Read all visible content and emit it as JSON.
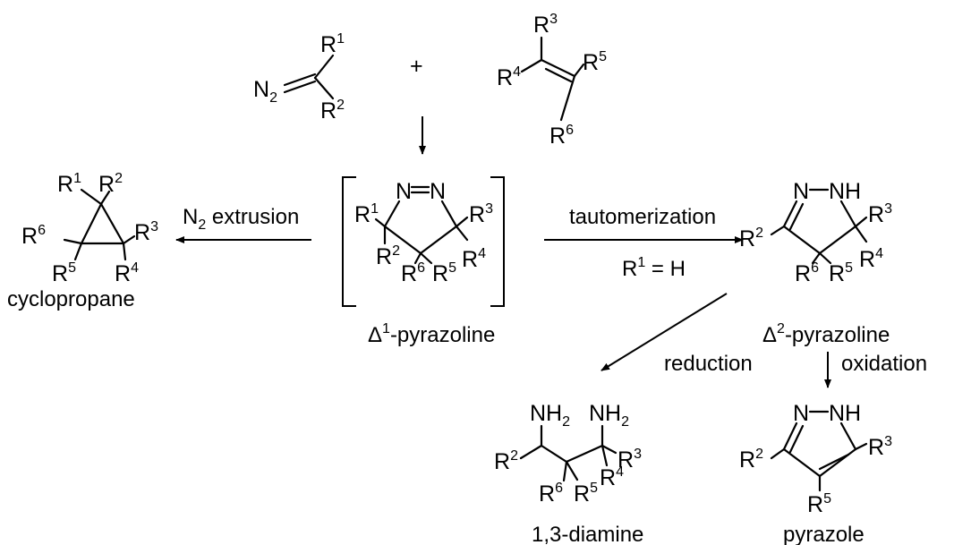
{
  "reactants": {
    "diazo": {
      "n2": "N",
      "n2_sub": "2",
      "r1": "R",
      "r1_sup": "1",
      "r2": "R",
      "r2_sup": "2"
    },
    "plus": "+",
    "alkene": {
      "r3": "R",
      "r3_sup": "3",
      "r4": "R",
      "r4_sup": "4",
      "r5": "R",
      "r5_sup": "5",
      "r6": "R",
      "r6_sup": "6"
    }
  },
  "arrows": {
    "extrusion": {
      "label": "N",
      "label_sub": "2",
      "label_rest": " extrusion"
    },
    "tautomerization": {
      "label": "tautomerization",
      "condition": "R",
      "condition_sup": "1",
      "condition_rest": " = H"
    },
    "reduction": {
      "label": "reduction"
    },
    "oxidation": {
      "label": "oxidation"
    }
  },
  "products": {
    "cyclopropane": {
      "name": "cyclopropane",
      "r1": "R1",
      "r2": "R2",
      "r3": "R3",
      "r4": "R4",
      "r5": "R5",
      "r6": "R6"
    },
    "pyrazoline1": {
      "delta": "Δ",
      "sup": "1",
      "name": "-pyrazoline",
      "nn": "N=N",
      "r1": "R1",
      "r2": "R2",
      "r3": "R3",
      "r4": "R4",
      "r5": "R5",
      "r6": "R6"
    },
    "pyrazoline2": {
      "delta": "Δ",
      "sup": "2",
      "name": "-pyrazoline",
      "nnh": "N–NH",
      "r2": "R2",
      "r3": "R3",
      "r4": "R4",
      "r5": "R5",
      "r6": "R6"
    },
    "diamine": {
      "name": "1,3-diamine",
      "nh2_left": "NH2",
      "nh2_right": "NH2",
      "r2": "R2",
      "r3": "R3",
      "r4": "R4",
      "r5": "R5",
      "r6": "R6"
    },
    "pyrazole": {
      "name": "pyrazole",
      "nnh": "N–NH",
      "r2": "R2",
      "r3": "R3",
      "r5": "R5"
    }
  }
}
